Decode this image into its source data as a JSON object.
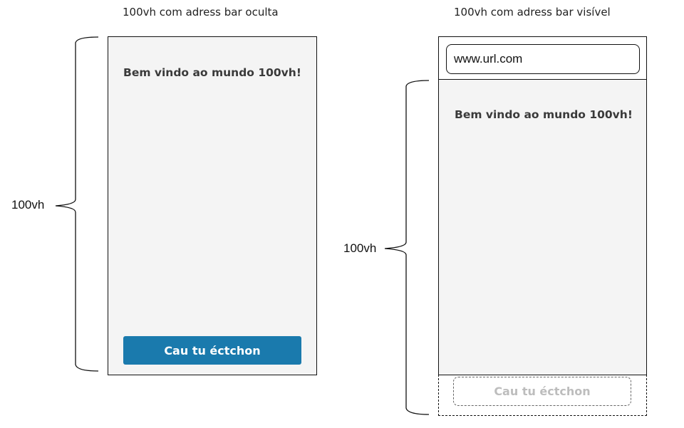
{
  "left_panel": {
    "caption": "100vh com adress bar oculta",
    "welcome_text": "Bem vindo ao mundo 100vh!",
    "cta_label": "Cau tu éctchon",
    "measure_label": "100vh"
  },
  "right_panel": {
    "caption": "100vh com adress bar visível",
    "address_bar_url": "www.url.com",
    "welcome_text": "Bem vindo ao mundo 100vh!",
    "cta_label": "Cau tu éctchon",
    "measure_label": "100vh"
  },
  "colors": {
    "cta_background": "#1a7aad",
    "phone_background": "#f4f4f4",
    "ghost_text": "#bdbdbd"
  }
}
